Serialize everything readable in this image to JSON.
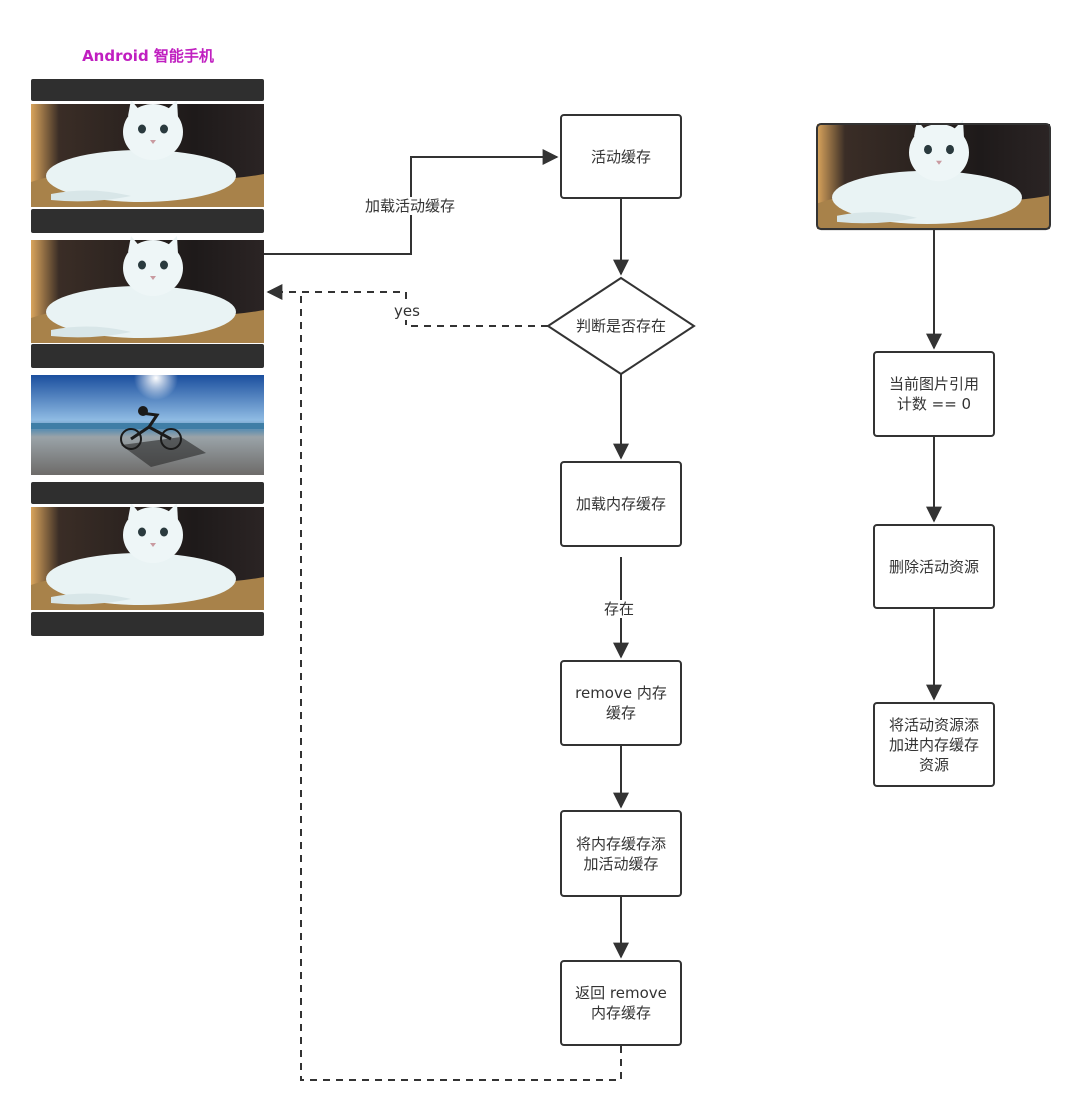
{
  "phone": {
    "title": "Android 智能手机"
  },
  "nodes": {
    "active_cache": "活动缓存",
    "check_exists": "判断是否存在",
    "load_memory_cache": "加载内存缓存",
    "remove_memory_cache": "remove 内存\n缓存",
    "add_to_active": "将内存缓存添\n加活动缓存",
    "return_removed": "返回 remove\n内存缓存",
    "ref_count_zero": "当前图片引用\n计数 == 0",
    "delete_active": "删除活动资源",
    "add_to_memory": "将活动资源添\n加进内存缓存\n资源"
  },
  "edge_labels": {
    "load_active": "加载活动缓存",
    "yes": "yes",
    "exists": "存在"
  },
  "colors": {
    "title": "#c01fc0",
    "stroke": "#333333",
    "bar": "#2f2f2f"
  }
}
